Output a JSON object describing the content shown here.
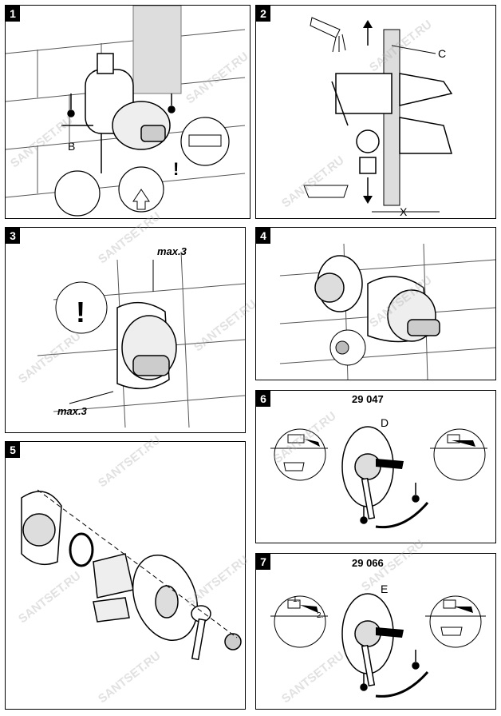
{
  "panels": {
    "p1": {
      "number": "1",
      "label_b": "B"
    },
    "p2": {
      "number": "2",
      "label_c": "C",
      "label_x": "X"
    },
    "p3": {
      "number": "3",
      "max_top": "max.3",
      "max_bottom": "max.3"
    },
    "p4": {
      "number": "4"
    },
    "p5": {
      "number": "5"
    },
    "p6": {
      "number": "6",
      "code": "29 047",
      "label_d": "D"
    },
    "p7": {
      "number": "7",
      "code": "29 066",
      "label_e": "E",
      "step1": "1.",
      "step2": "2."
    }
  },
  "watermark": "SANTSEТ.RU",
  "colors": {
    "border": "#000000",
    "watermark": "#aaaaaa"
  }
}
